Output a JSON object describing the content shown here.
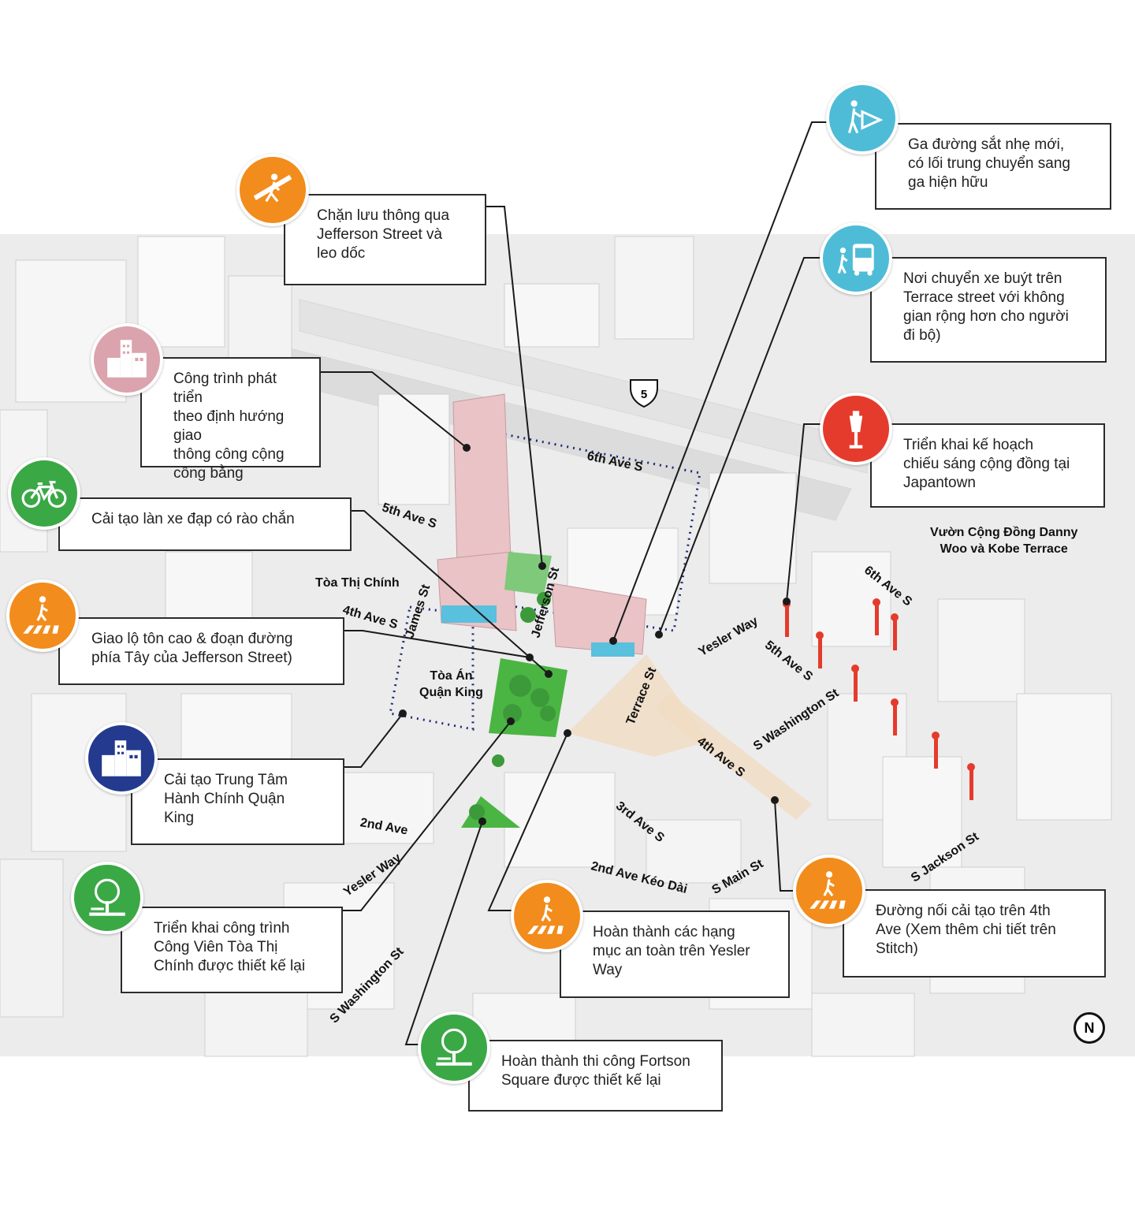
{
  "colors": {
    "orange": "#f28c1c",
    "teal": "#4fbcd7",
    "pink": "#dba3ad",
    "green": "#3aa845",
    "red": "#e53b2c",
    "navy": "#243a8f",
    "building_pink": "#e9c3c6",
    "park": "#4bb543",
    "line": "#1a1a1a",
    "boundary": "#1e2a78"
  },
  "callouts": [
    {
      "id": "jefferson-close",
      "icon": "pedestrian-ramp-icon",
      "color": "orange",
      "text": "Chặn lưu thông qua\nJefferson Street và\nleo dốc"
    },
    {
      "id": "light-rail",
      "icon": "pedestrian-transfer-icon",
      "color": "teal",
      "text": "Ga đường sắt nhẹ mới,\ncó lối trung chuyển sang\nga hiện hữu"
    },
    {
      "id": "bus-transfer",
      "icon": "bus-pedestrian-icon",
      "color": "teal",
      "text": "Nơi chuyển xe buýt trên\nTerrace street với không\ngian rộng hơn cho người\nđi bộ)"
    },
    {
      "id": "tod",
      "icon": "buildings-icon",
      "color": "pink",
      "text": "Công trình phát triển\ntheo định hướng giao\nthông công cộng\ncông bằng"
    },
    {
      "id": "lighting",
      "icon": "street-lamp-icon",
      "color": "red",
      "text": "Triển khai kế hoạch\nchiếu sáng cộng đồng tại\nJapantown"
    },
    {
      "id": "bike-lane",
      "icon": "bicycle-icon",
      "color": "green",
      "text": "Cải tạo làn xe đạp có rào chắn"
    },
    {
      "id": "raised-intersection",
      "icon": "crosswalk-icon",
      "color": "orange",
      "text": "Giao lộ tôn cao & đoạn đường\nphía Tây của Jefferson Street)"
    },
    {
      "id": "civic-center",
      "icon": "civic-buildings-icon",
      "color": "navy",
      "text": "Cải tạo Trung Tâm\nHành Chính Quận\nKing"
    },
    {
      "id": "city-hall-park",
      "icon": "park-tree-icon",
      "color": "green",
      "text": "Triển khai công trình\nCông Viên Tòa Thị\nChính được thiết kế lại"
    },
    {
      "id": "yesler-safety",
      "icon": "crosswalk-icon",
      "color": "orange",
      "text": "Hoàn thành các hạng\nmục an toàn trên Yesler\nWay"
    },
    {
      "id": "fourth-ave",
      "icon": "crosswalk-icon",
      "color": "orange",
      "text": "Đường nối cải tạo trên 4th\nAve (Xem thêm chi tiết trên\nStitch)"
    },
    {
      "id": "fortson",
      "icon": "park-tree-icon",
      "color": "green",
      "text": "Hoàn thành thi công Fortson\nSquare được thiết kế lại"
    }
  ],
  "streets": {
    "sixth_ave_top": "6th Ave S",
    "fifth_ave_left": "5th Ave S",
    "james": "James St",
    "jefferson": "Jefferson St",
    "fourth_ave_left": "4th Ave S",
    "terrace": "Terrace St",
    "yesler_right": "Yesler Way",
    "fifth_ave_right": "5th Ave S",
    "sixth_ave_right": "6th Ave S",
    "washington_right": "S Washington St",
    "fourth_ave_right": "4th Ave S",
    "third_ave": "3rd Ave S",
    "second_ave": "2nd Ave",
    "yesler_left": "Yesler Way",
    "second_ave_ext": "2nd Ave Kéo Dài",
    "main": "S Main St",
    "jackson": "S Jackson St",
    "washington_left": "S Washington St"
  },
  "places": {
    "city_hall": "Tòa Thị Chính",
    "courthouse": "Tòa Án\nQuận King",
    "danny_woo": "Vườn Cộng Đồng Danny\nWoo và Kobe Terrace"
  },
  "highway_shield": "5",
  "compass": "N"
}
